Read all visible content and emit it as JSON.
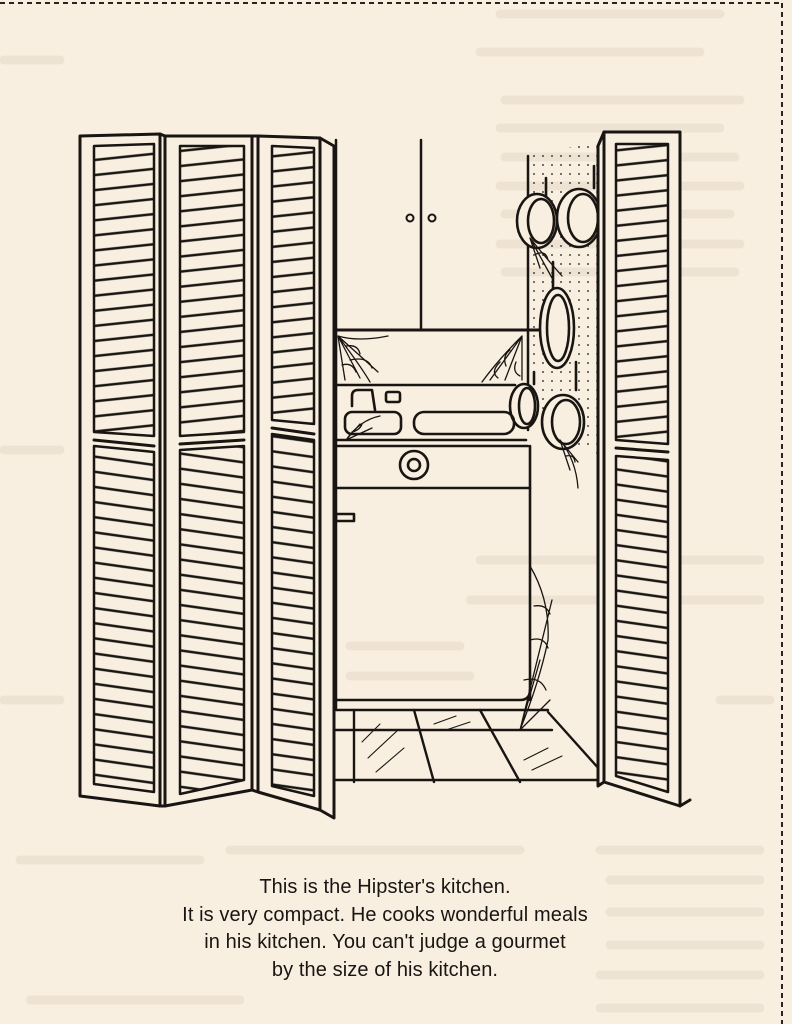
{
  "caption": {
    "lines": [
      "This is the Hipster's kitchen.",
      "It is very compact. He cooks wonderful meals",
      "in his kitchen. You can't judge a gourmet",
      "by the size of his kitchen."
    ]
  },
  "colors": {
    "paper": "#f9efe1",
    "ink": "#181512",
    "bleed_through": "#e7dccb"
  }
}
